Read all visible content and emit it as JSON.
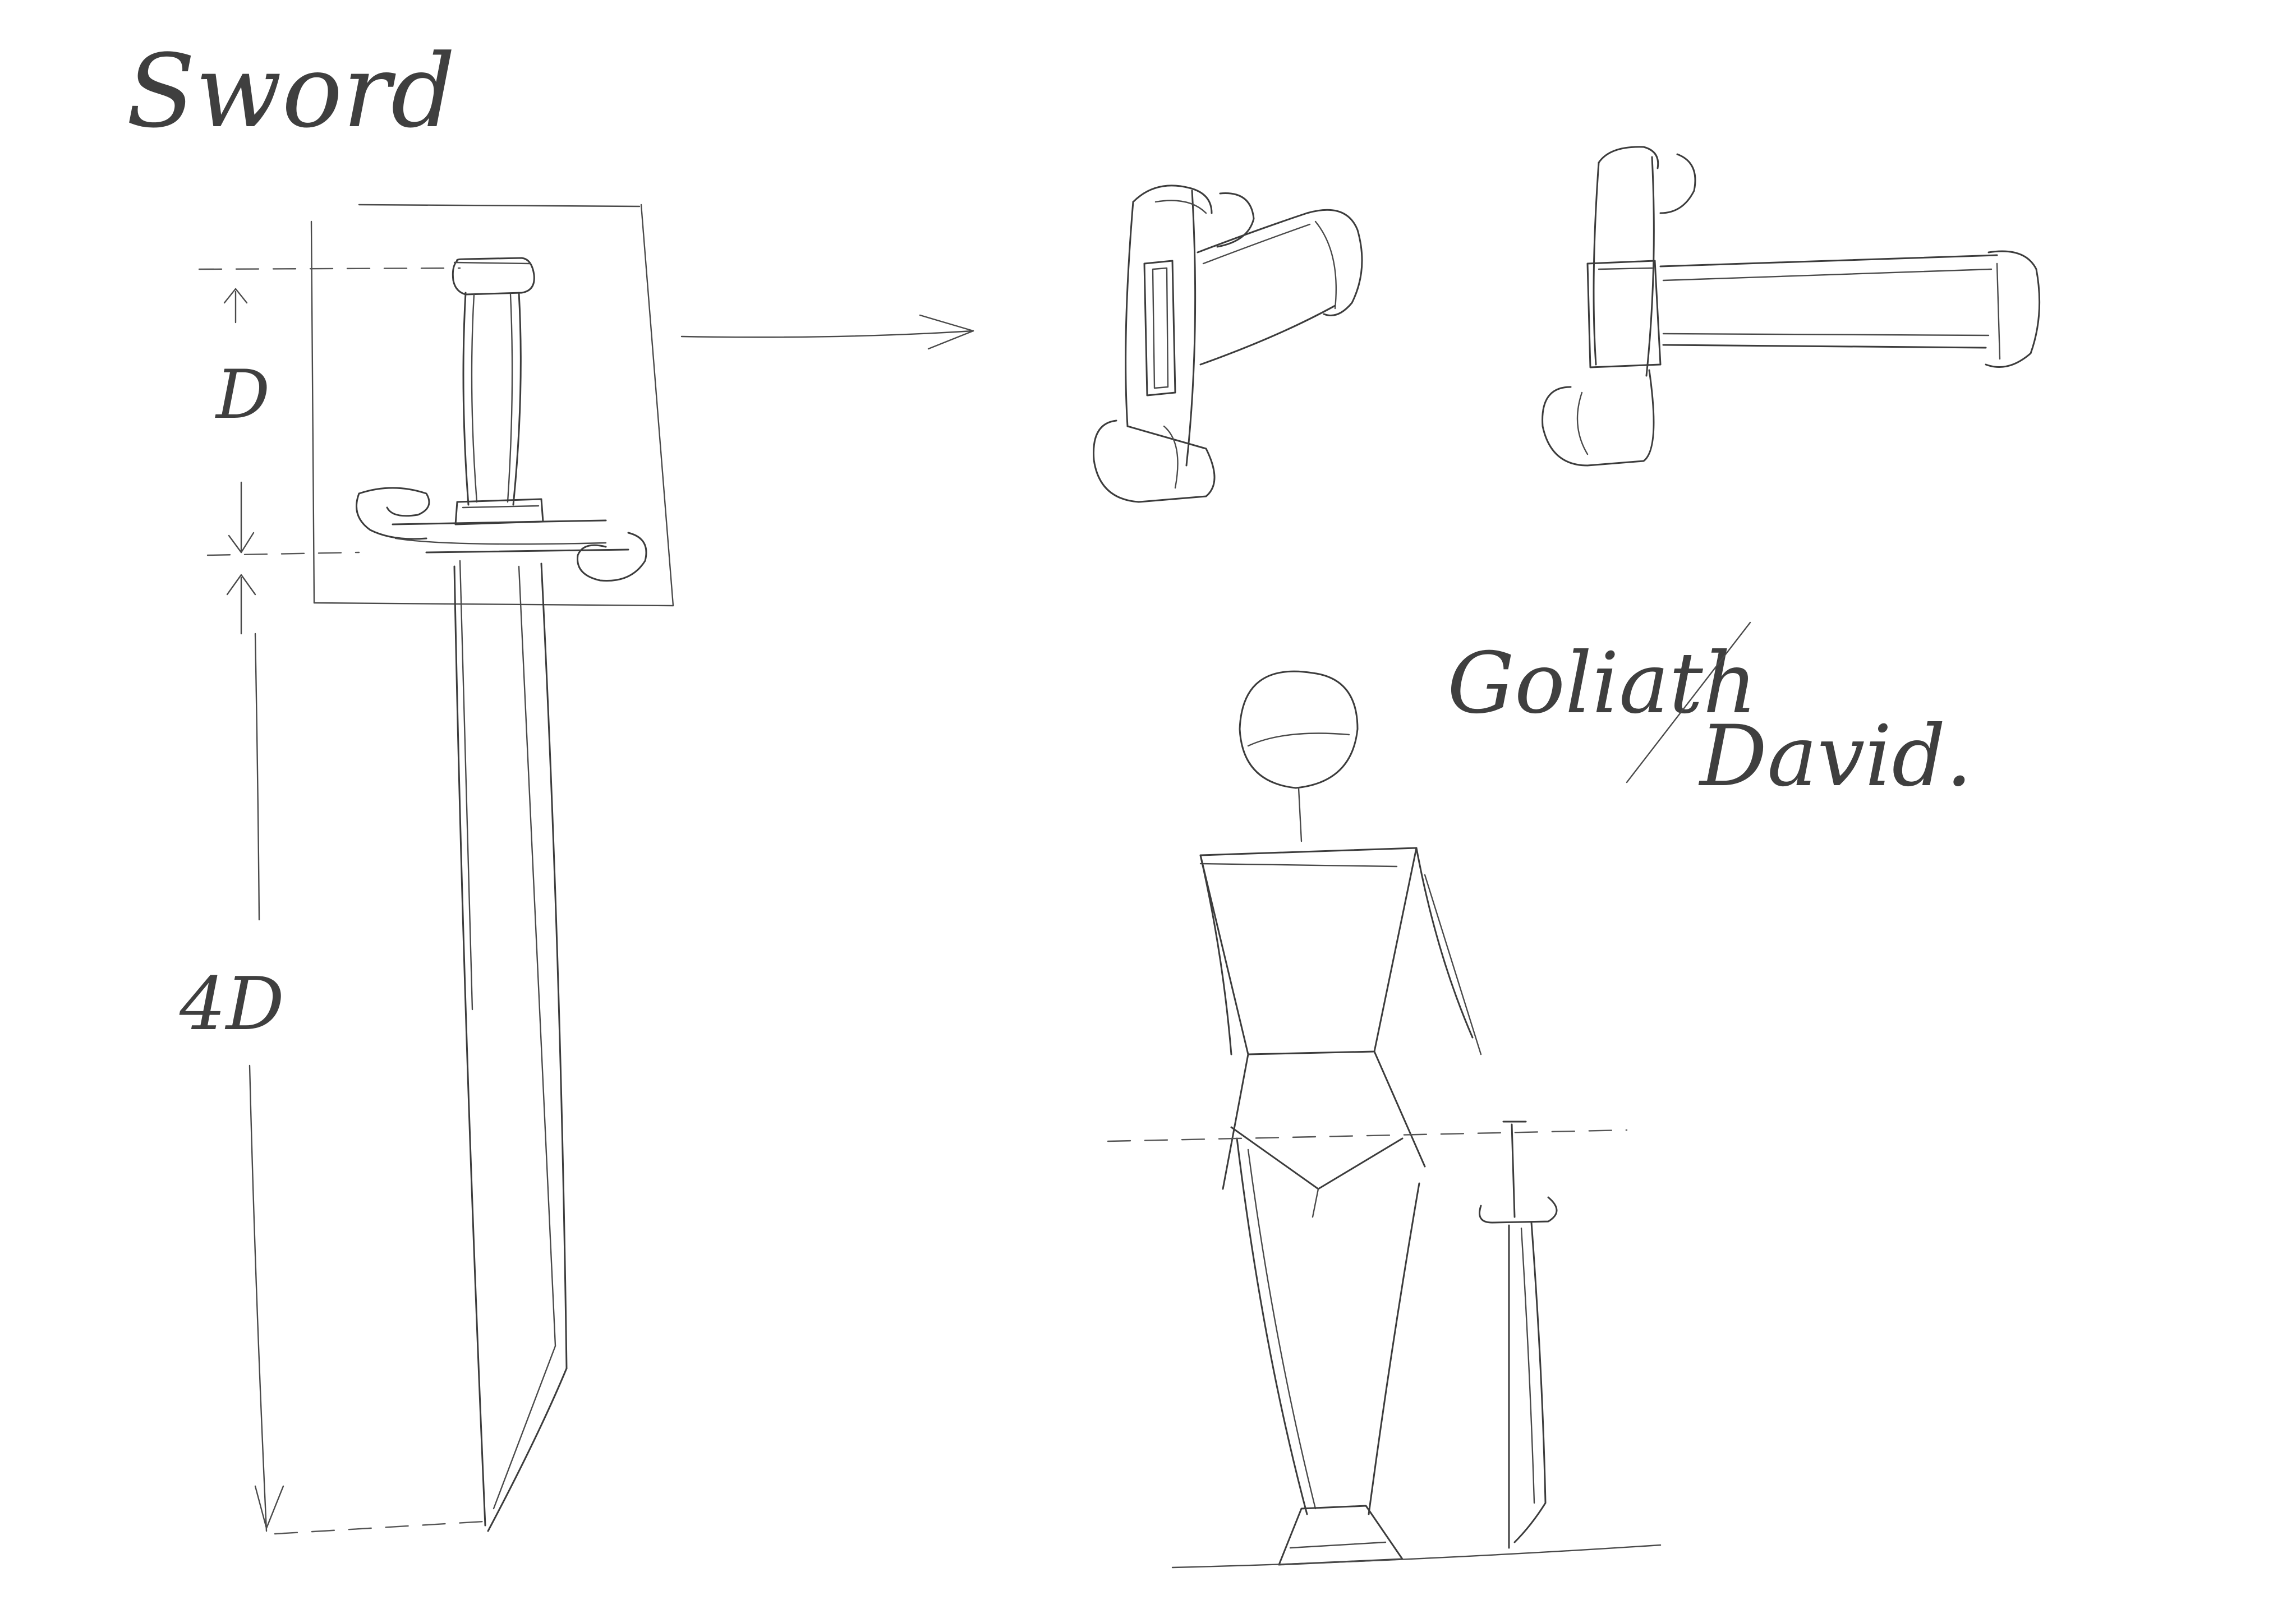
{
  "canvas": {
    "background": "#ffffff",
    "stroke_color": "#3c3c3c"
  },
  "labels": {
    "title": "Sword",
    "dimension_hilt": "D",
    "dimension_blade": "4D",
    "character_top": "Goliath",
    "character_bottom": "David."
  },
  "drawings": {
    "sword_front": "sword-side-view",
    "hilt_detail_angled": "hilt-perspective-angled",
    "hilt_detail_tilted": "hilt-perspective-tilted",
    "figure": "standing-figure-with-sword"
  }
}
